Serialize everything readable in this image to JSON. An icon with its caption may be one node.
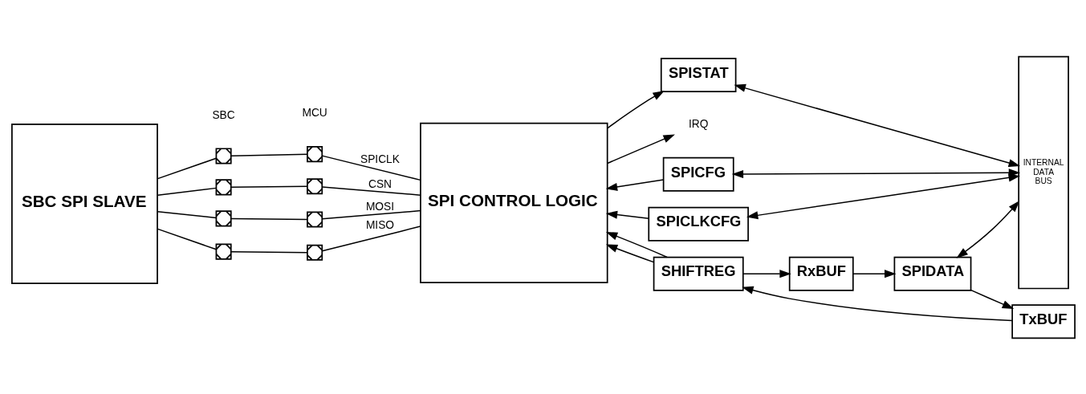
{
  "diagram": {
    "nodes": [
      {
        "text": [
          "SBC SPI SLAVE"
        ]
      },
      {
        "text": [],
        "shape": "box"
      },
      {
        "text": [],
        "shape": "box"
      },
      {
        "text": [],
        "shape": "box"
      },
      {
        "text": [],
        "shape": "box"
      },
      {
        "text": [],
        "shape": "box"
      },
      {
        "text": [],
        "shape": "box"
      },
      {
        "text": [],
        "shape": "box"
      },
      {
        "text": [],
        "shape": "box"
      },
      {
        "text": [
          "SPI CONTROL LOGIC"
        ]
      },
      {
        "text": [
          "SPICFG"
        ]
      },
      {
        "text": [
          "SPISTAT"
        ]
      },
      {
        "text": [
          "SPICLKCFG"
        ]
      },
      {
        "text": [
          "SHIFTREG"
        ]
      },
      {
        "text": [
          "TxBUF"
        ]
      },
      {
        "text": [
          "RxBUF"
        ]
      },
      {
        "text": [
          "SPIDATA"
        ]
      },
      {
        "text": [
          "INTERNAL DATA BUS"
        ]
      },
      {
        "text": [
          "IRQ"
        ]
      }
    ],
    "edges": [
      {
        "from": 0,
        "to": 1,
        "arrow": "none"
      },
      {
        "from": 1,
        "to": 2,
        "arrow": "none"
      },
      {
        "from": 2,
        "to": 9,
        "arrow": "none",
        "label": "SPICLK"
      },
      {
        "from": 0,
        "to": 3,
        "arrow": "none"
      },
      {
        "from": 3,
        "to": 4,
        "arrow": "none"
      },
      {
        "from": 4,
        "to": 9,
        "arrow": "none",
        "label": "CSN"
      },
      {
        "from": 0,
        "to": 5,
        "arrow": "none"
      },
      {
        "from": 5,
        "to": 6,
        "arrow": "none"
      },
      {
        "from": 6,
        "to": 9,
        "arrow": "none",
        "label": "MOSI"
      },
      {
        "from": 0,
        "to": 7,
        "arrow": "none"
      },
      {
        "from": 7,
        "to": 8,
        "arrow": "none"
      },
      {
        "from": 8,
        "to": 9,
        "arrow": "none",
        "label": "MISO"
      },
      {
        "from": 10,
        "to": 9,
        "arrow": "to"
      },
      {
        "from": 9,
        "to": 11,
        "arrow": "to"
      },
      {
        "from": 12,
        "to": 9,
        "arrow": "to"
      },
      {
        "from": 13,
        "to": 9,
        "arrow": "to"
      },
      {
        "from": 13,
        "to": 9,
        "arrow": "to"
      },
      {
        "from": 14,
        "to": 13,
        "arrow": "to"
      },
      {
        "from": 13,
        "to": 15,
        "arrow": "to"
      },
      {
        "from": 16,
        "to": 14,
        "arrow": "to"
      },
      {
        "from": 15,
        "to": 16,
        "arrow": "to"
      },
      {
        "from": 10,
        "to": 17,
        "arrow": "both"
      },
      {
        "from": 11,
        "to": 17,
        "arrow": "both"
      },
      {
        "from": 12,
        "to": 17,
        "arrow": "both"
      },
      {
        "from": 16,
        "to": 17,
        "arrow": "both"
      },
      {
        "from": 9,
        "to": 18,
        "arrow": "to"
      }
    ],
    "labels": [
      "SBC",
      "MCU"
    ]
  }
}
